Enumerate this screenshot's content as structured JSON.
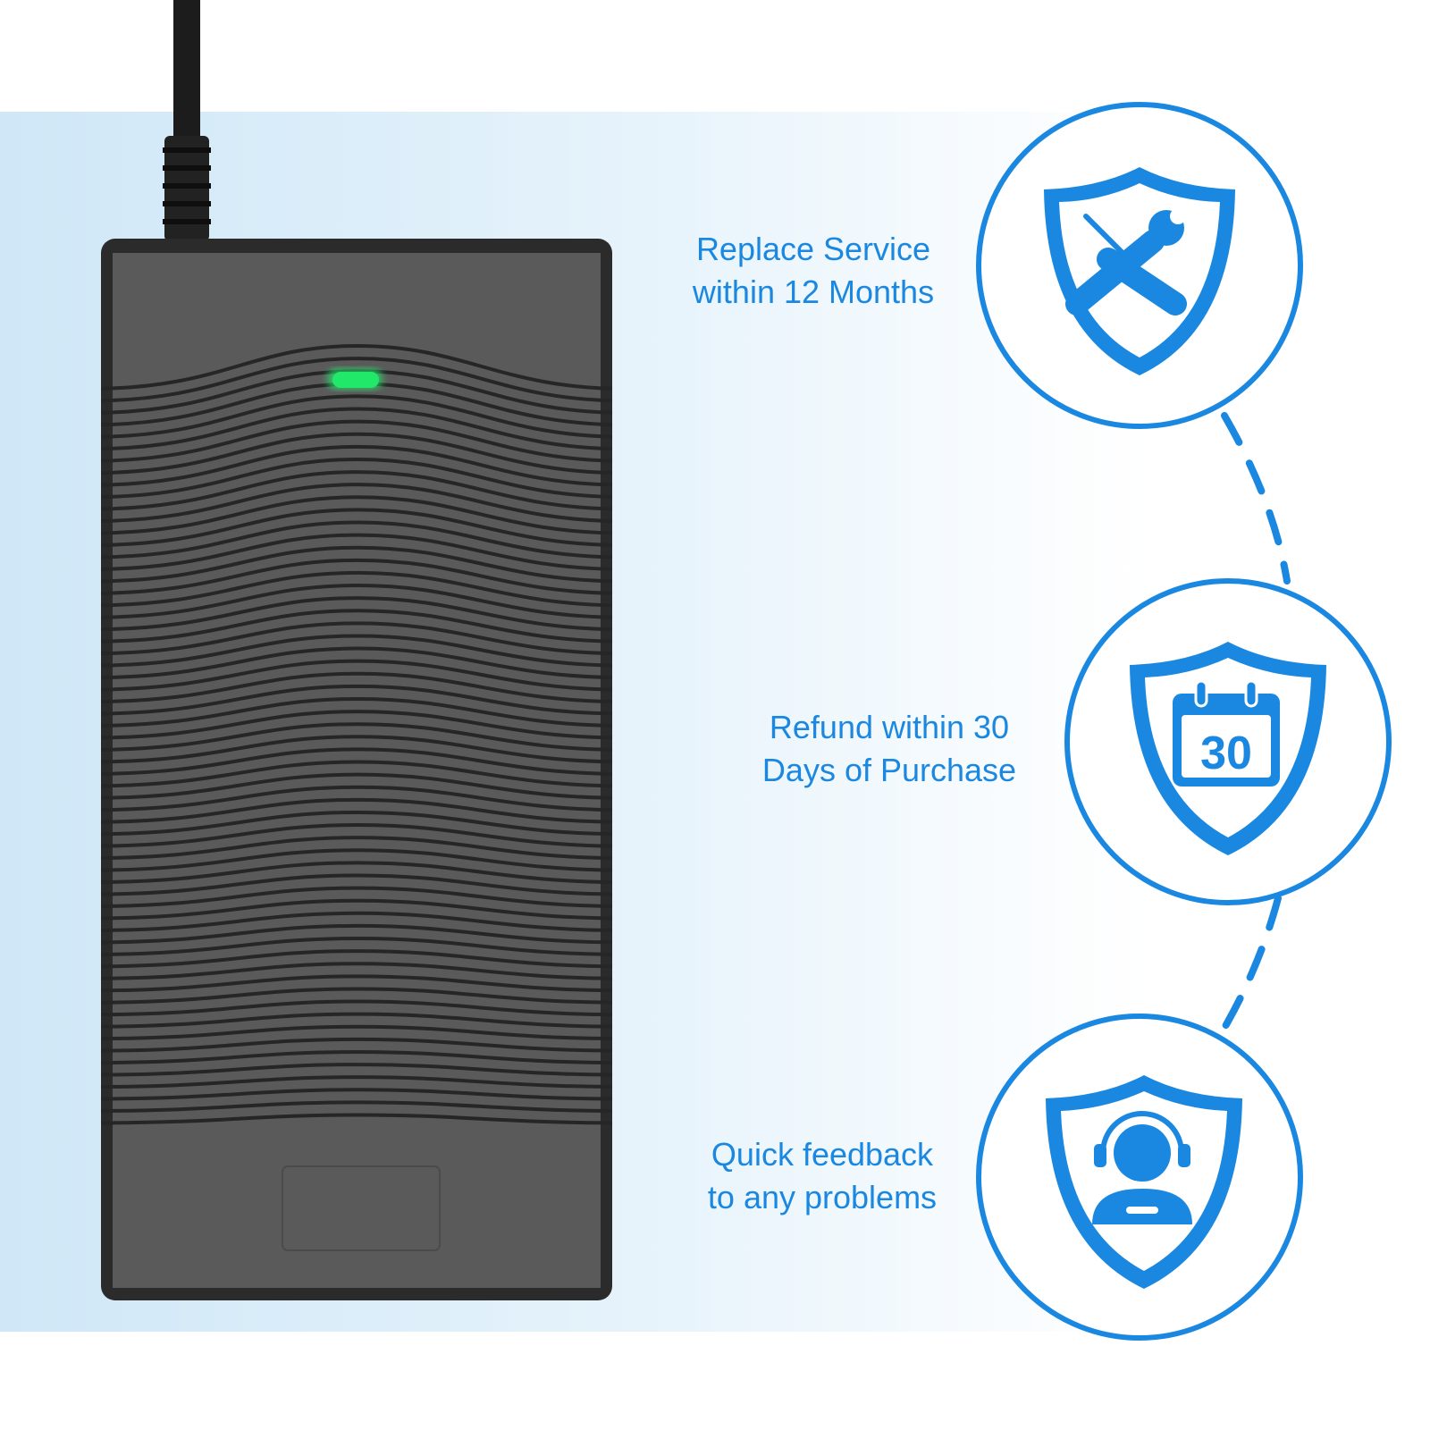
{
  "colors": {
    "accent": "#1a88e0",
    "led": "#22e86a",
    "adapter": "#4a4a4a"
  },
  "features": [
    {
      "icon": "shield-tools-icon",
      "line1": "Replace Service",
      "line2": "within 12 Months"
    },
    {
      "icon": "shield-calendar-icon",
      "line1": "Refund within 30",
      "line2": "Days of Purchase",
      "calendar_number": "30"
    },
    {
      "icon": "shield-support-agent-icon",
      "line1": "Quick feedback",
      "line2": "to any problems"
    }
  ]
}
